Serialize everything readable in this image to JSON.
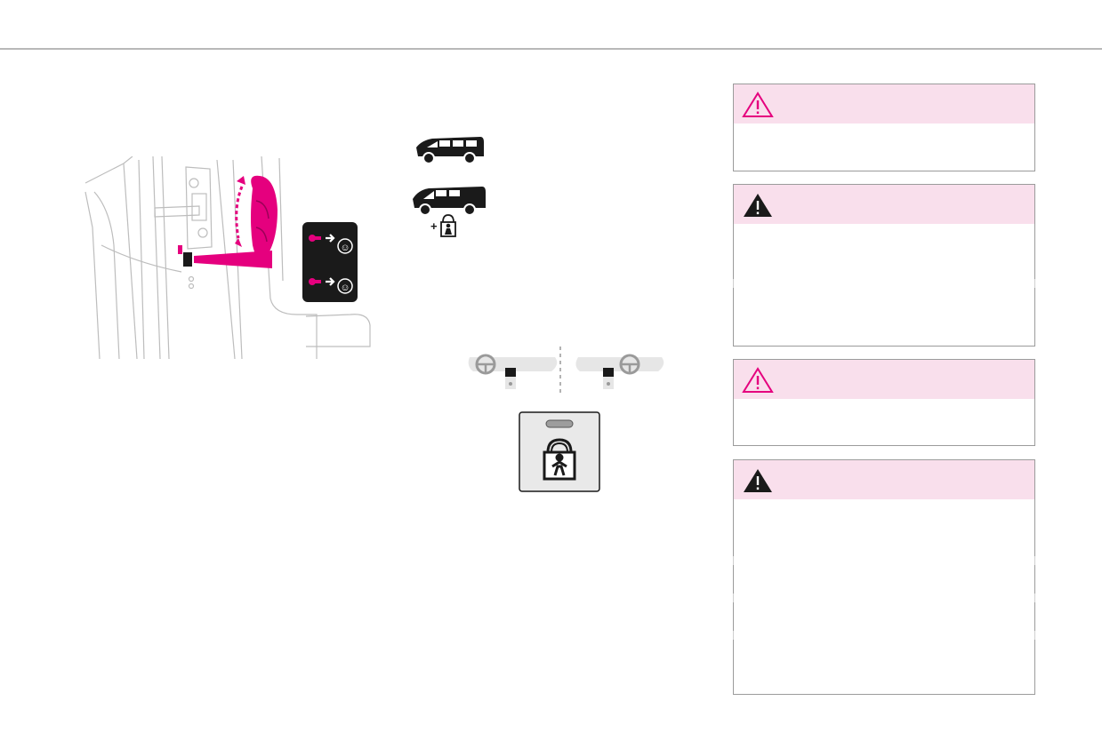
{
  "page": {
    "accent_color": "#e5007e",
    "banner_color": "#f9dfec"
  },
  "figures": {
    "door_latch": {
      "icon": "child-lock-door-switch"
    },
    "vehicle_short": {
      "icon": "van-side-view"
    },
    "vehicle_with_lock": {
      "icon": "van-side-view-with-child-lock",
      "plus_sign": "+"
    },
    "console_panel": {
      "icon": "steering-wheel-console-left-and-right"
    },
    "lock_button": {
      "icon": "child-lock-button"
    }
  },
  "warnings": [
    {
      "type": "caution",
      "icon": "warning-outline-icon"
    },
    {
      "type": "danger",
      "icon": "warning-filled-icon"
    },
    {
      "type": "caution",
      "icon": "warning-outline-icon"
    },
    {
      "type": "danger",
      "icon": "warning-filled-icon"
    }
  ]
}
